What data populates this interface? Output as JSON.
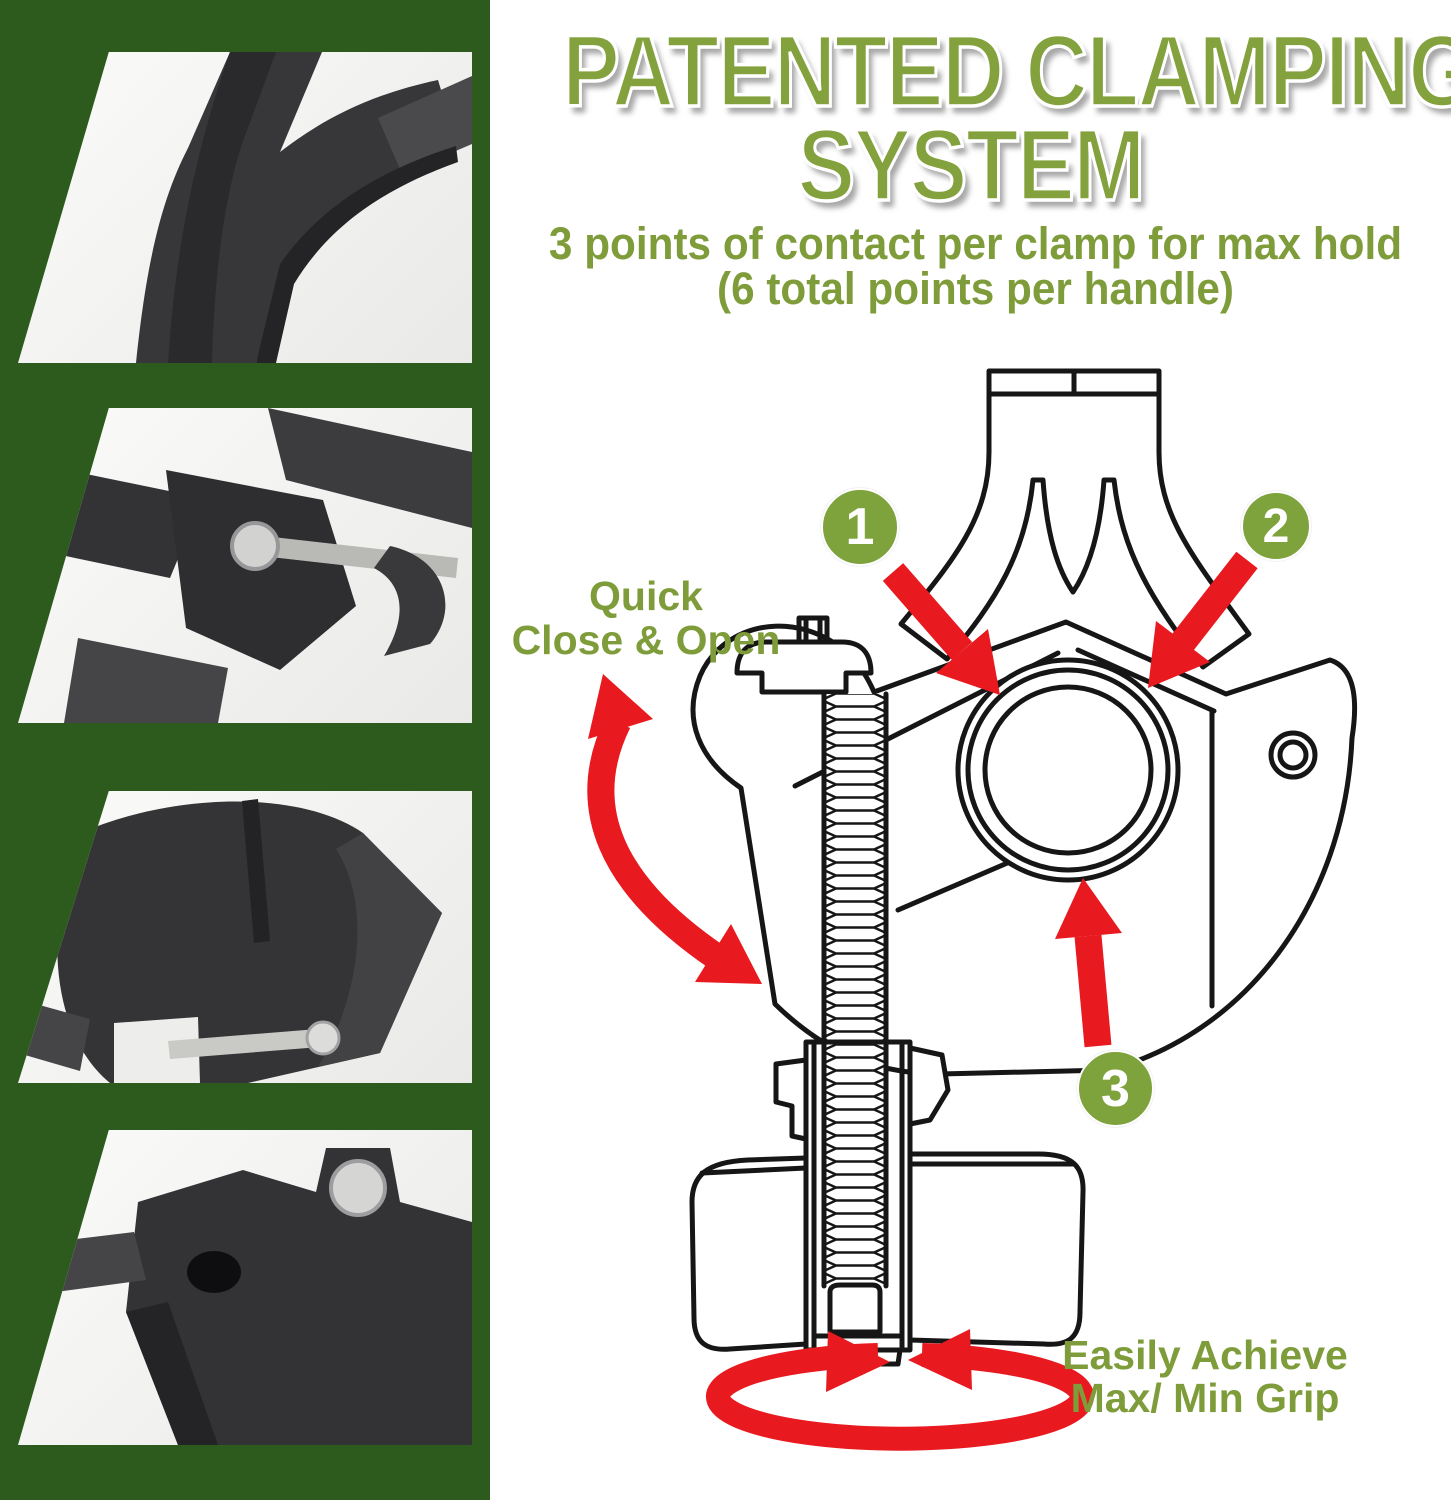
{
  "colors": {
    "sidebar_green": "#2D5B1E",
    "accent_green": "#83A13C",
    "badge_green": "#7EA33D",
    "red": "#E8191F",
    "line": "#161616"
  },
  "header": {
    "title_line1": "PATENTED CLAMPING",
    "title_line2": "SYSTEM",
    "subtitle_line1": "3 points of contact per clamp for max hold",
    "subtitle_line2": "(6 total points per handle)"
  },
  "sidebar": {
    "photos": [
      {
        "alt": "black clamp fork arm close-up"
      },
      {
        "alt": "clamp hinge with threaded screw on handlebar"
      },
      {
        "alt": "closed clamp collar around pole with screw"
      },
      {
        "alt": "open clamp jaw with silver screw ball"
      }
    ]
  },
  "diagram": {
    "callouts": [
      {
        "number": "1"
      },
      {
        "number": "2"
      },
      {
        "number": "3"
      }
    ],
    "quick_label": {
      "line1": "Quick",
      "line2": "Close & Open"
    },
    "grip_label": {
      "line1": "Easily Achieve",
      "line2": "Max/ Min Grip"
    }
  }
}
